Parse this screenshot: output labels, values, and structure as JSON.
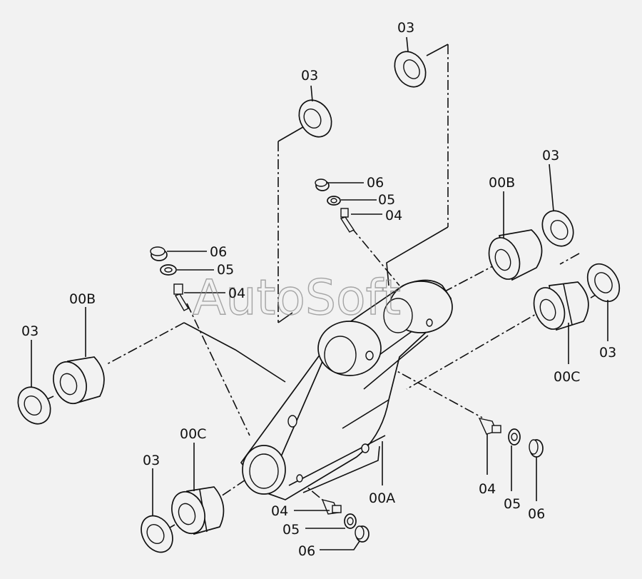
{
  "watermark": "AutoSoft",
  "labels": {
    "seal_top": "03",
    "seal_upper": "03",
    "seal_right_top": "03",
    "seal_right_bottom": "03",
    "seal_left": "03",
    "seal_bottom_left": "03",
    "bush_b_right": "00B",
    "bush_b_left": "00B",
    "bush_c_right": "00C",
    "bush_c_left": "00C",
    "link_body": "00A",
    "fitting_upper": "04",
    "washer_upper": "05",
    "cap_upper": "06",
    "fitting_left": "04",
    "washer_left": "05",
    "cap_left": "06",
    "fitting_right": "04",
    "washer_right": "05",
    "cap_right": "06",
    "fitting_bottom": "04",
    "washer_bottom": "05",
    "cap_bottom": "06"
  }
}
